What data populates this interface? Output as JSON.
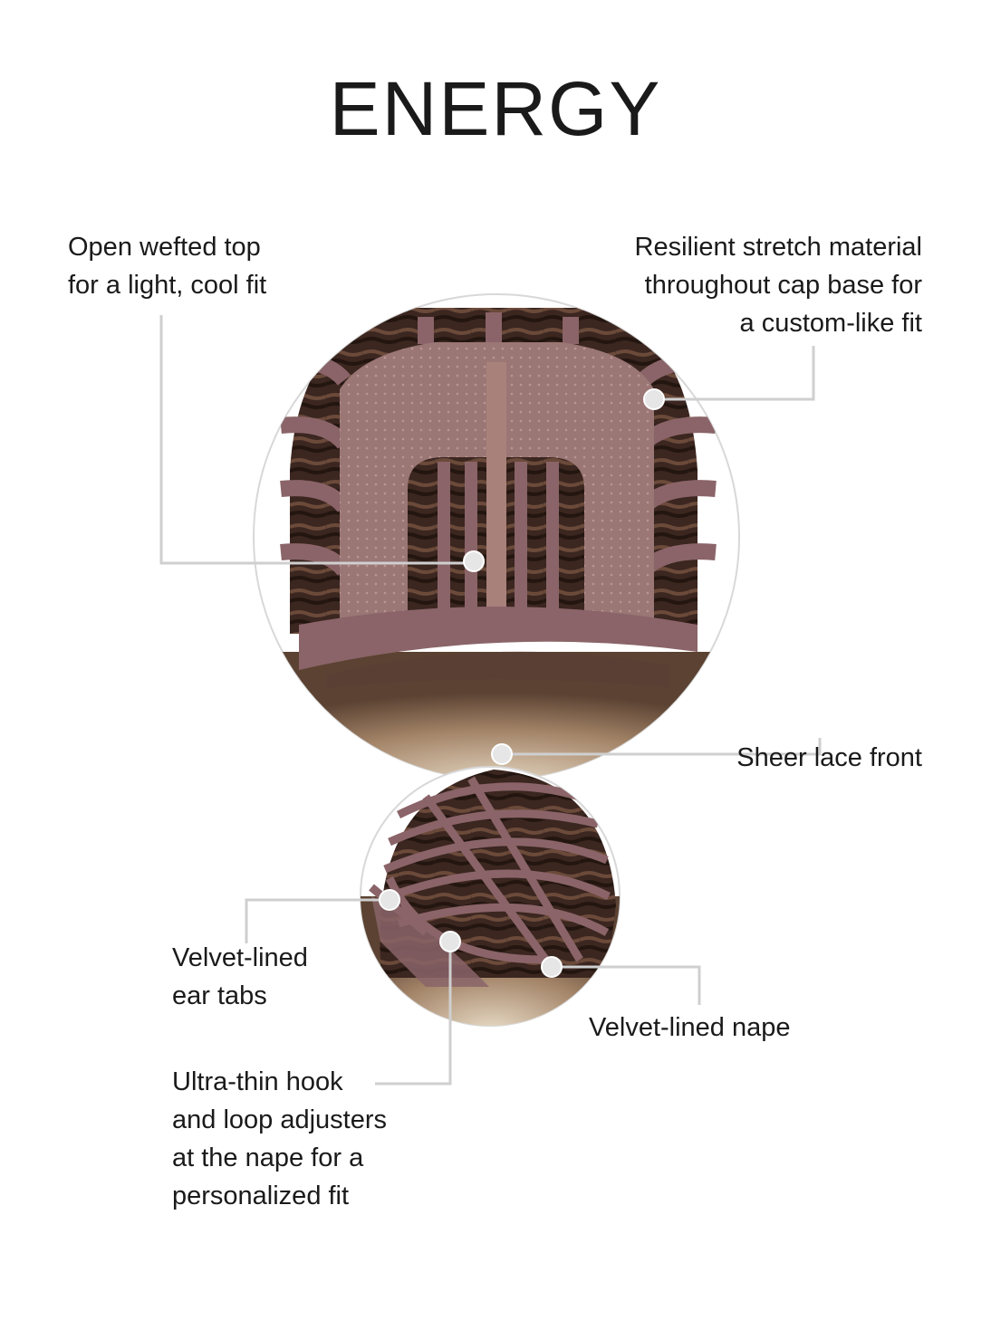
{
  "title": "ENERGY",
  "callouts": {
    "open_wefted_top": [
      "Open wefted top",
      "for a light, cool fit"
    ],
    "resilient_stretch": [
      "Resilient stretch material",
      "throughout cap base for",
      "a custom-like fit"
    ],
    "sheer_lace_front": [
      "Sheer lace front"
    ],
    "velvet_ear_tabs": [
      "Velvet-lined",
      "ear tabs"
    ],
    "velvet_nape": [
      "Velvet-lined nape"
    ],
    "hook_loop": [
      "Ultra-thin hook",
      "and loop adjusters",
      "at the nape for a",
      "personalized fit"
    ]
  },
  "colors": {
    "cap_band": "#8a6468",
    "cap_dark": "#3b2620",
    "hair_light": "#c9b79f",
    "leader_line": "#cfcfcf",
    "marker_dot": "#e6e6e6"
  }
}
